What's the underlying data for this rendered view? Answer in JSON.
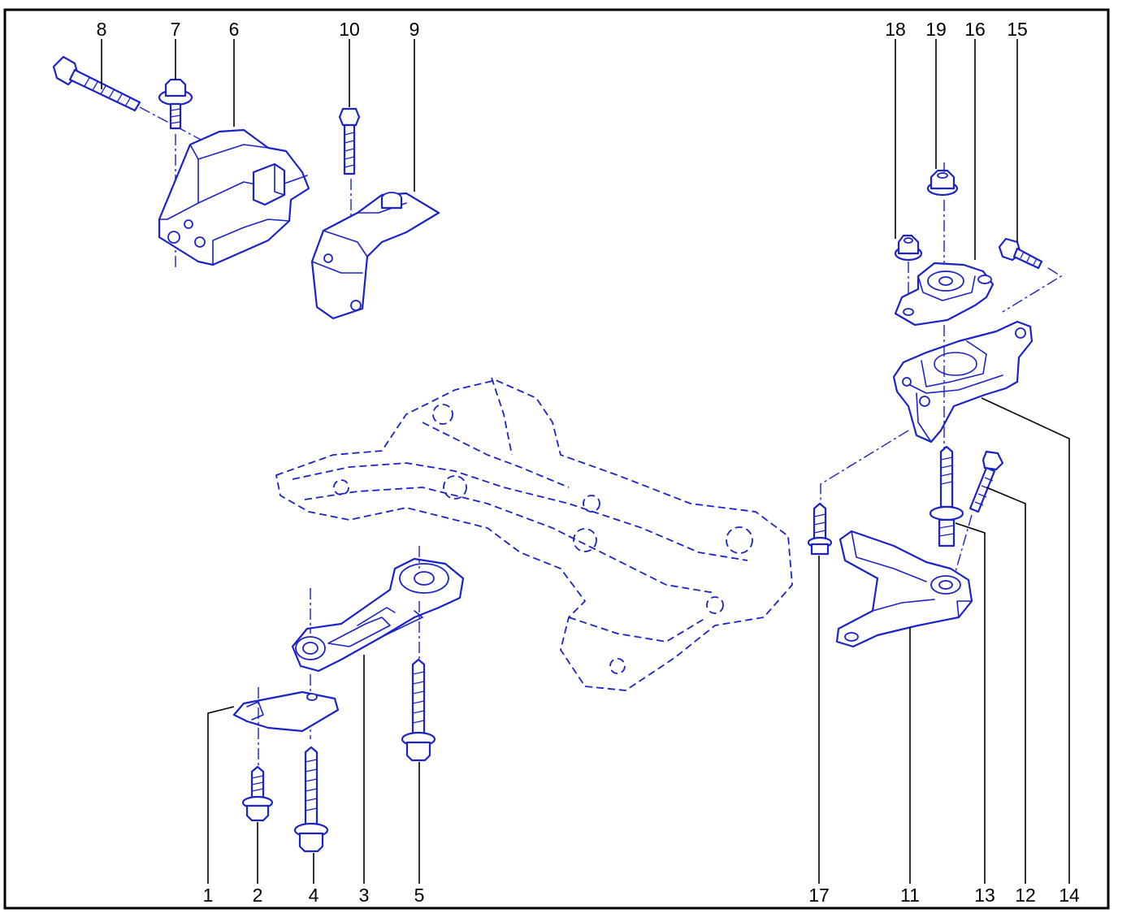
{
  "callouts": {
    "c1": "1",
    "c2": "2",
    "c3": "3",
    "c4": "4",
    "c5": "5",
    "c6": "6",
    "c7": "7",
    "c8": "8",
    "c9": "9",
    "c10": "10",
    "c11": "11",
    "c12": "12",
    "c13": "13",
    "c14": "14",
    "c15": "15",
    "c16": "16",
    "c17": "17",
    "c18": "18",
    "c19": "19"
  },
  "colors": {
    "line_art": "#1a22c8",
    "labels": "#000000",
    "frame": "#000000"
  }
}
